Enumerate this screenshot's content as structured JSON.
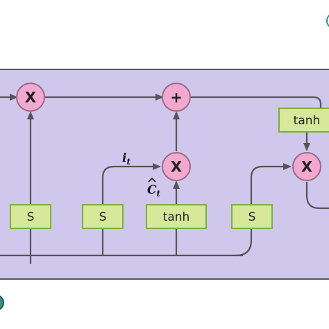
{
  "diagram": {
    "gates": {
      "forget_gate": "S",
      "input_gate": "S",
      "candidate_layer": "tanh",
      "output_gate": "S",
      "output_tanh": "tanh"
    },
    "operators": {
      "forget_multiply": "X",
      "cell_add": "+",
      "input_multiply": "X",
      "output_multiply": "X"
    },
    "labels": {
      "input_gate_symbol": "i",
      "input_gate_subscript": "t",
      "candidate_symbol": "C",
      "candidate_subscript": "t"
    },
    "colors": {
      "cell_background": "#cfc8ec",
      "gate_fill": "#d7e89a",
      "gate_border": "#7fae3c",
      "operator_fill": "#f3a8cf",
      "operator_border": "#9a6a86",
      "line": "#555555"
    }
  }
}
